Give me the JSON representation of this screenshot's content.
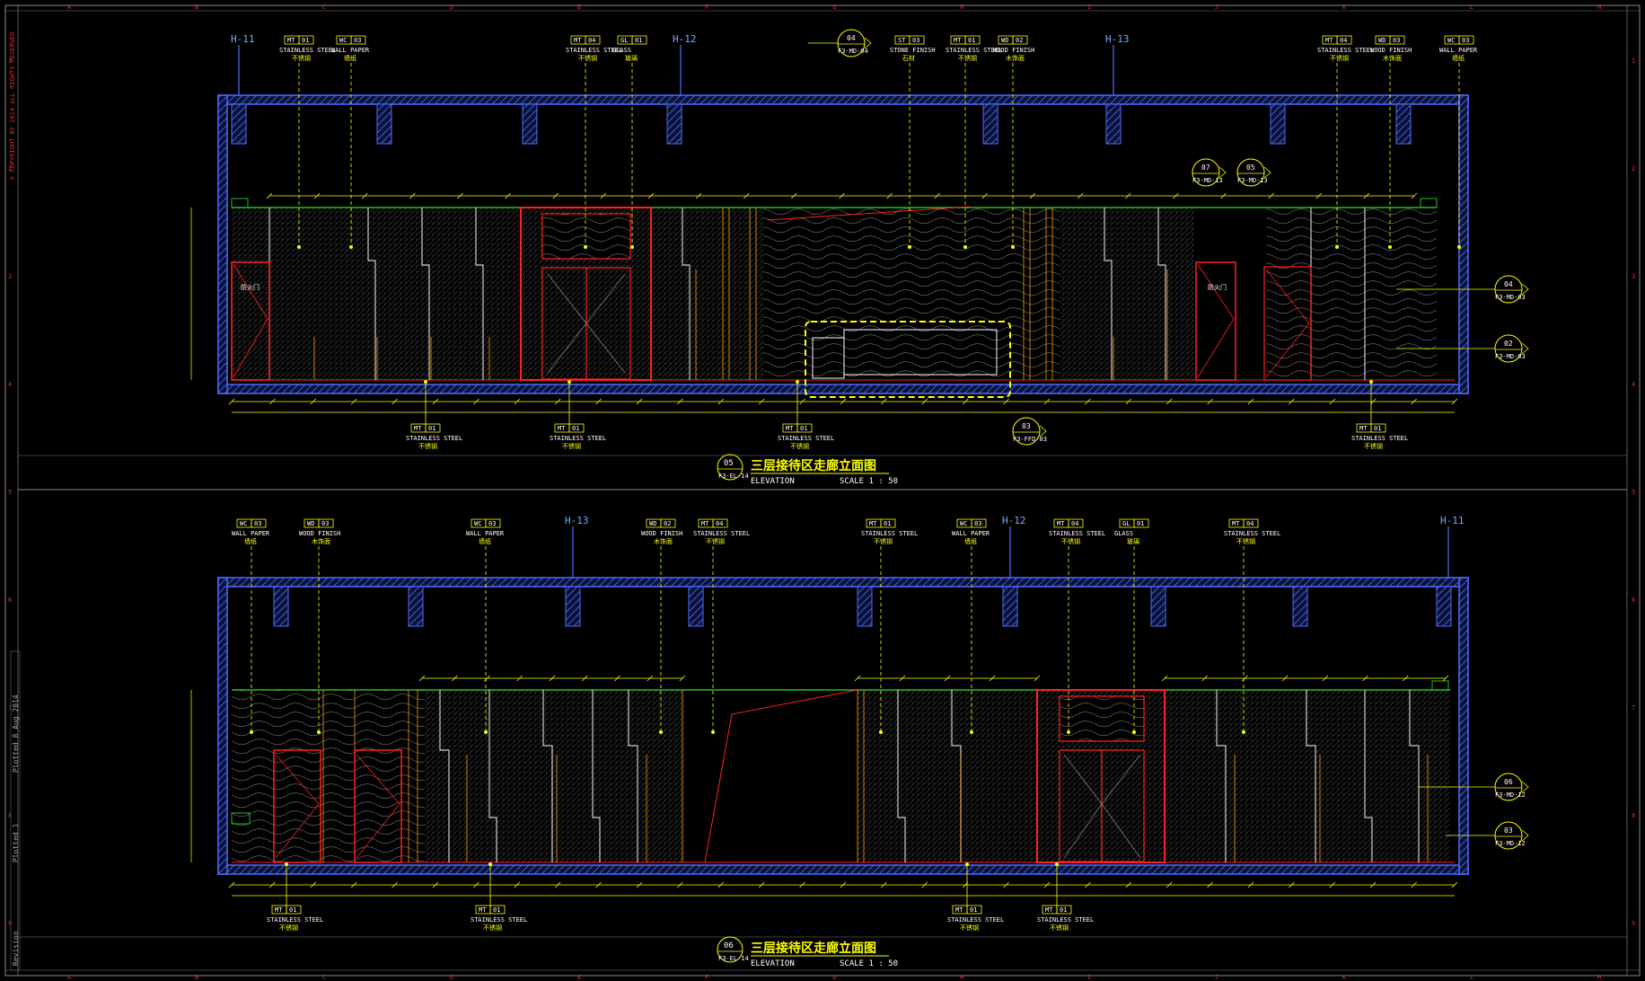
{
  "copyright_vertical": "© COPYRIGHT BY 2014 ALL RIGHTS RESERVED",
  "side_labels": [
    "Plotted 8 Aug 2014",
    "Plotted 1",
    "Revision"
  ],
  "grid_letters": [
    "A",
    "B",
    "C",
    "D",
    "E",
    "F",
    "G",
    "H",
    "I",
    "J",
    "K",
    "L",
    "M"
  ],
  "grid_numbers": [
    "1",
    "2",
    "3",
    "4",
    "5",
    "6",
    "7",
    "8",
    "9"
  ],
  "elevations": [
    {
      "id": "top",
      "title": "三层接待区走廊立面图",
      "title_no": "05",
      "sheet_ref": "F3-EL-14",
      "subtitle": "ELEVATION",
      "scale": "SCALE 1 : 50",
      "axes": [
        "H-11",
        "H-12",
        "H-13"
      ],
      "callouts_top": [
        {
          "code": "MT",
          "num": "01",
          "en": "STAINLESS STEEL",
          "cn": "不锈钢"
        },
        {
          "code": "WC",
          "num": "03",
          "en": "WALL PAPER",
          "cn": "墙纸"
        },
        {
          "code": "MT",
          "num": "04",
          "en": "STAINLESS STEEL",
          "cn": "不锈钢"
        },
        {
          "code": "GL",
          "num": "01",
          "en": "GLASS",
          "cn": "玻璃"
        },
        {
          "code": "ST",
          "num": "03",
          "en": "STONE FINISH",
          "cn": "石材"
        },
        {
          "code": "MT",
          "num": "01",
          "en": "STAINLESS STEEL",
          "cn": "不锈钢"
        },
        {
          "code": "WD",
          "num": "02",
          "en": "WOOD FINISH",
          "cn": "木饰面"
        },
        {
          "code": "MT",
          "num": "04",
          "en": "STAINLESS STEEL",
          "cn": "不锈钢"
        },
        {
          "code": "WD",
          "num": "03",
          "en": "WOOD FINISH",
          "cn": "木饰面"
        },
        {
          "code": "WC",
          "num": "03",
          "en": "WALL PAPER",
          "cn": "墙纸"
        }
      ],
      "callouts_bottom": [
        {
          "code": "MT",
          "num": "01",
          "en": "STAINLESS STEEL",
          "cn": "不锈钢"
        },
        {
          "code": "MT",
          "num": "01",
          "en": "STAINLESS STEEL",
          "cn": "不锈钢"
        },
        {
          "code": "MT",
          "num": "01",
          "en": "STAINLESS STEEL",
          "cn": "不锈钢"
        },
        {
          "code": "MT",
          "num": "01",
          "en": "STAINLESS STEEL",
          "cn": "不锈钢"
        }
      ],
      "detail_bubbles": [
        {
          "num": "04",
          "ref": "F3-MD-04"
        },
        {
          "num": "07",
          "ref": "F3-MD-13"
        },
        {
          "num": "05",
          "ref": "F3-MD-13"
        },
        {
          "num": "04",
          "ref": "F3-MD-03"
        },
        {
          "num": "02",
          "ref": "F3-MD-03"
        },
        {
          "num": "03",
          "ref": "F3-FFD-03"
        }
      ],
      "fire_door_label": "防火门"
    },
    {
      "id": "bottom",
      "title": "三层接待区走廊立面图",
      "title_no": "06",
      "sheet_ref": "F3-EL-14",
      "subtitle": "ELEVATION",
      "scale": "SCALE 1 : 50",
      "axes": [
        "H-13",
        "H-12",
        "H-11"
      ],
      "callouts_top": [
        {
          "code": "WC",
          "num": "03",
          "en": "WALL PAPER",
          "cn": "墙纸"
        },
        {
          "code": "WD",
          "num": "03",
          "en": "WOOD FINISH",
          "cn": "木饰面"
        },
        {
          "code": "WC",
          "num": "03",
          "en": "WALL PAPER",
          "cn": "墙纸"
        },
        {
          "code": "WD",
          "num": "02",
          "en": "WOOD FINISH",
          "cn": "木饰面"
        },
        {
          "code": "MT",
          "num": "04",
          "en": "STAINLESS STEEL",
          "cn": "不锈钢"
        },
        {
          "code": "MT",
          "num": "01",
          "en": "STAINLESS STEEL",
          "cn": "不锈钢"
        },
        {
          "code": "WC",
          "num": "03",
          "en": "WALL PAPER",
          "cn": "墙纸"
        },
        {
          "code": "MT",
          "num": "04",
          "en": "STAINLESS STEEL",
          "cn": "不锈钢"
        },
        {
          "code": "GL",
          "num": "01",
          "en": "GLASS",
          "cn": "玻璃"
        },
        {
          "code": "MT",
          "num": "04",
          "en": "STAINLESS STEEL",
          "cn": "不锈钢"
        }
      ],
      "callouts_bottom": [
        {
          "code": "MT",
          "num": "01",
          "en": "STAINLESS STEEL",
          "cn": "不锈钢"
        },
        {
          "code": "MT",
          "num": "01",
          "en": "STAINLESS STEEL",
          "cn": "不锈钢"
        },
        {
          "code": "MT",
          "num": "01",
          "en": "STAINLESS STEEL",
          "cn": "不锈钢"
        },
        {
          "code": "MT",
          "num": "01",
          "en": "STAINLESS STEEL",
          "cn": "不锈钢"
        }
      ],
      "detail_bubbles": [
        {
          "num": "06",
          "ref": "F3-MD-12"
        },
        {
          "num": "03",
          "ref": "F3-MD-12"
        }
      ]
    }
  ],
  "colors": {
    "frame": "#4f6bff",
    "door": "#ff2020",
    "finish": "#20c020",
    "leader": "#ffff00",
    "panel_line": "#ffffff",
    "trim": "#ff9a00",
    "dims": "#ffff00",
    "title": "#ffff00",
    "grid": "#cc3333"
  }
}
